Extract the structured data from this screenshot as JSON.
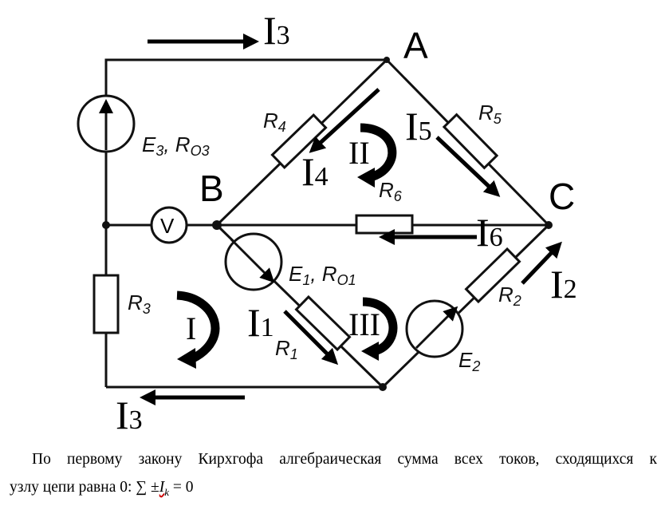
{
  "nodes": {
    "A": "A",
    "B": "B",
    "C": "C"
  },
  "currents": {
    "I3_top": {
      "main": "I",
      "sub": "3"
    },
    "I3_bottom": {
      "main": "I",
      "sub": "3"
    },
    "I4": {
      "main": "I",
      "sub": "4"
    },
    "I5": {
      "main": "I",
      "sub": "5"
    },
    "I6": {
      "main": "I",
      "sub": "6"
    },
    "I2": {
      "main": "I",
      "sub": "2"
    },
    "I1": {
      "main": "I",
      "sub": "1"
    }
  },
  "loops": {
    "I": "I",
    "II": "II",
    "III": "III"
  },
  "components": {
    "E3R03": {
      "a": "E",
      "as": "3",
      "b": ", R",
      "bs": "O3"
    },
    "E1R01": {
      "a": "E",
      "as": "1",
      "b": ", R",
      "bs": "O1"
    },
    "E2": {
      "a": "E",
      "as": "2"
    },
    "R1": {
      "a": "R",
      "as": "1"
    },
    "R2": {
      "a": "R",
      "as": "2"
    },
    "R3": {
      "a": "R",
      "as": "3"
    },
    "R4": {
      "a": "R",
      "as": "4"
    },
    "R5": {
      "a": "R",
      "as": "5"
    },
    "R6": {
      "a": "R",
      "as": "6"
    },
    "V": "V"
  },
  "text": {
    "line1": "По первому закону Кирхгофа алгебраическая сумма всех токов, сходящихся к",
    "line2_prefix": "узлу цепи равна 0: ∑ ±",
    "ik_main": "I",
    "ik_sub": "k",
    "line2_suffix": " = 0"
  }
}
